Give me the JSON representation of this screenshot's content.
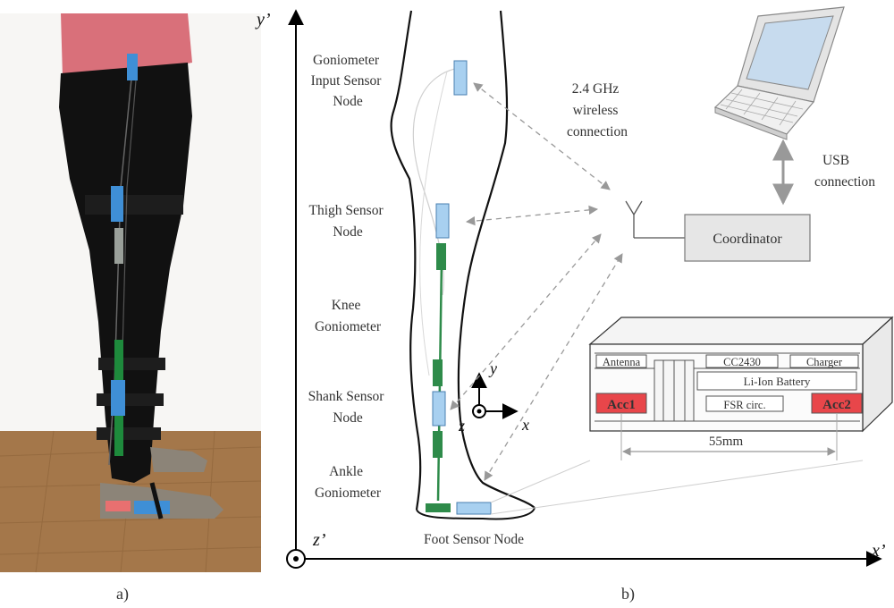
{
  "panel_a": {
    "caption": "a)",
    "colors": {
      "floor": "#a4774a",
      "leggings": "#111111",
      "shirt": "#d9707a",
      "sensor": "#3f8fd6",
      "goniometer": "#1e8a3c",
      "shoe": "#8c8478"
    }
  },
  "panel_b": {
    "caption": "b)",
    "axes": {
      "y_prime": "y’",
      "x_prime": "x’",
      "z_prime": "z’"
    },
    "local_axes": {
      "y": "y",
      "x": "x",
      "z": "z"
    },
    "labels": {
      "goniometer_input_node": [
        "Goniometer",
        "Input Sensor",
        "Node"
      ],
      "thigh_node": [
        "Thigh Sensor",
        "Node"
      ],
      "knee_goniometer": [
        "Knee",
        "Goniometer"
      ],
      "shank_node": [
        "Shank Sensor",
        "Node"
      ],
      "ankle_goniometer": [
        "Ankle",
        "Goniometer"
      ],
      "foot_node": "Foot Sensor Node",
      "wireless": [
        "2.4 GHz",
        "wireless",
        "connection"
      ],
      "usb": [
        "USB",
        "connection"
      ],
      "coordinator": "Coordinator"
    },
    "board": {
      "antenna": "Antenna",
      "cc2430": "CC2430",
      "charger": "Charger",
      "battery": "Li-Ion Battery",
      "acc1": "Acc1",
      "acc2": "Acc2",
      "fsr": "FSR circ.",
      "dimension": "55mm"
    },
    "colors": {
      "sensor": "#a8d0f0",
      "sensor_stroke": "#4a7fb0",
      "goniometer": "#2e8b4a",
      "accent_red": "#e8464a",
      "box": "#e6e6e6",
      "dashed": "#999999"
    }
  }
}
